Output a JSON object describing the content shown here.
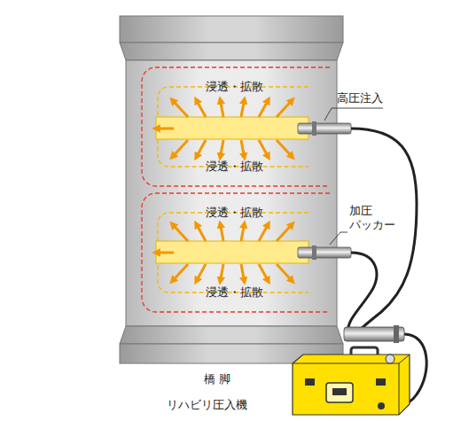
{
  "diagram": {
    "labels": [
      "浸透・拡散",
      "浸透・拡散",
      "浸透・拡散",
      "浸透・拡散",
      "高圧注入",
      "加圧 パッカー",
      "橋 脚",
      "リハビリ圧入機"
    ]
  }
}
